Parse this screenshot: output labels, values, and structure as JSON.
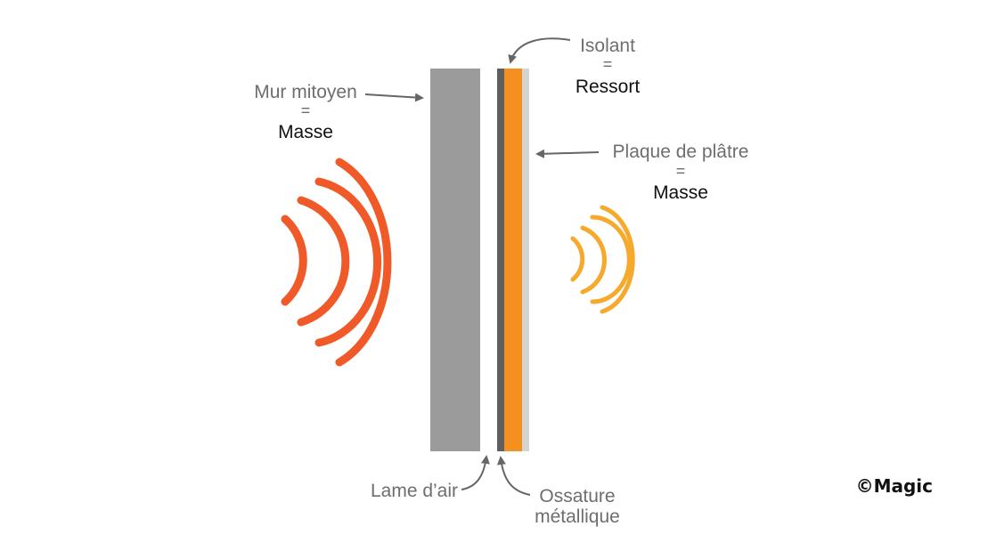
{
  "labels": {
    "mur_mitoyen": {
      "title": "Mur mitoyen",
      "equals": "=",
      "role": "Masse"
    },
    "isolant": {
      "title": "Isolant",
      "equals": "=",
      "role": "Ressort"
    },
    "plaque_de_platre": {
      "title": "Plaque de plâtre",
      "equals": "=",
      "role": "Masse"
    },
    "lame_d_air": "Lame d’air",
    "ossature_line1": "Ossature",
    "ossature_line2": "métallique"
  },
  "copyright": "©Magic",
  "colors": {
    "wall_grey": "#9b9b9b",
    "metal_frame": "#5f5f5f",
    "insulation_orange": "#f39020",
    "plaster_light": "#d4d4d0",
    "loud_wave": "#f05a28",
    "quiet_wave": "#f6a92a",
    "arrow_grey": "#666666",
    "label_grey": "#6e6e6e"
  },
  "icons": {
    "left_waves": "sound-waves-loud-icon",
    "right_waves": "sound-waves-quiet-icon",
    "arrows": "curved-arrow-icon"
  }
}
